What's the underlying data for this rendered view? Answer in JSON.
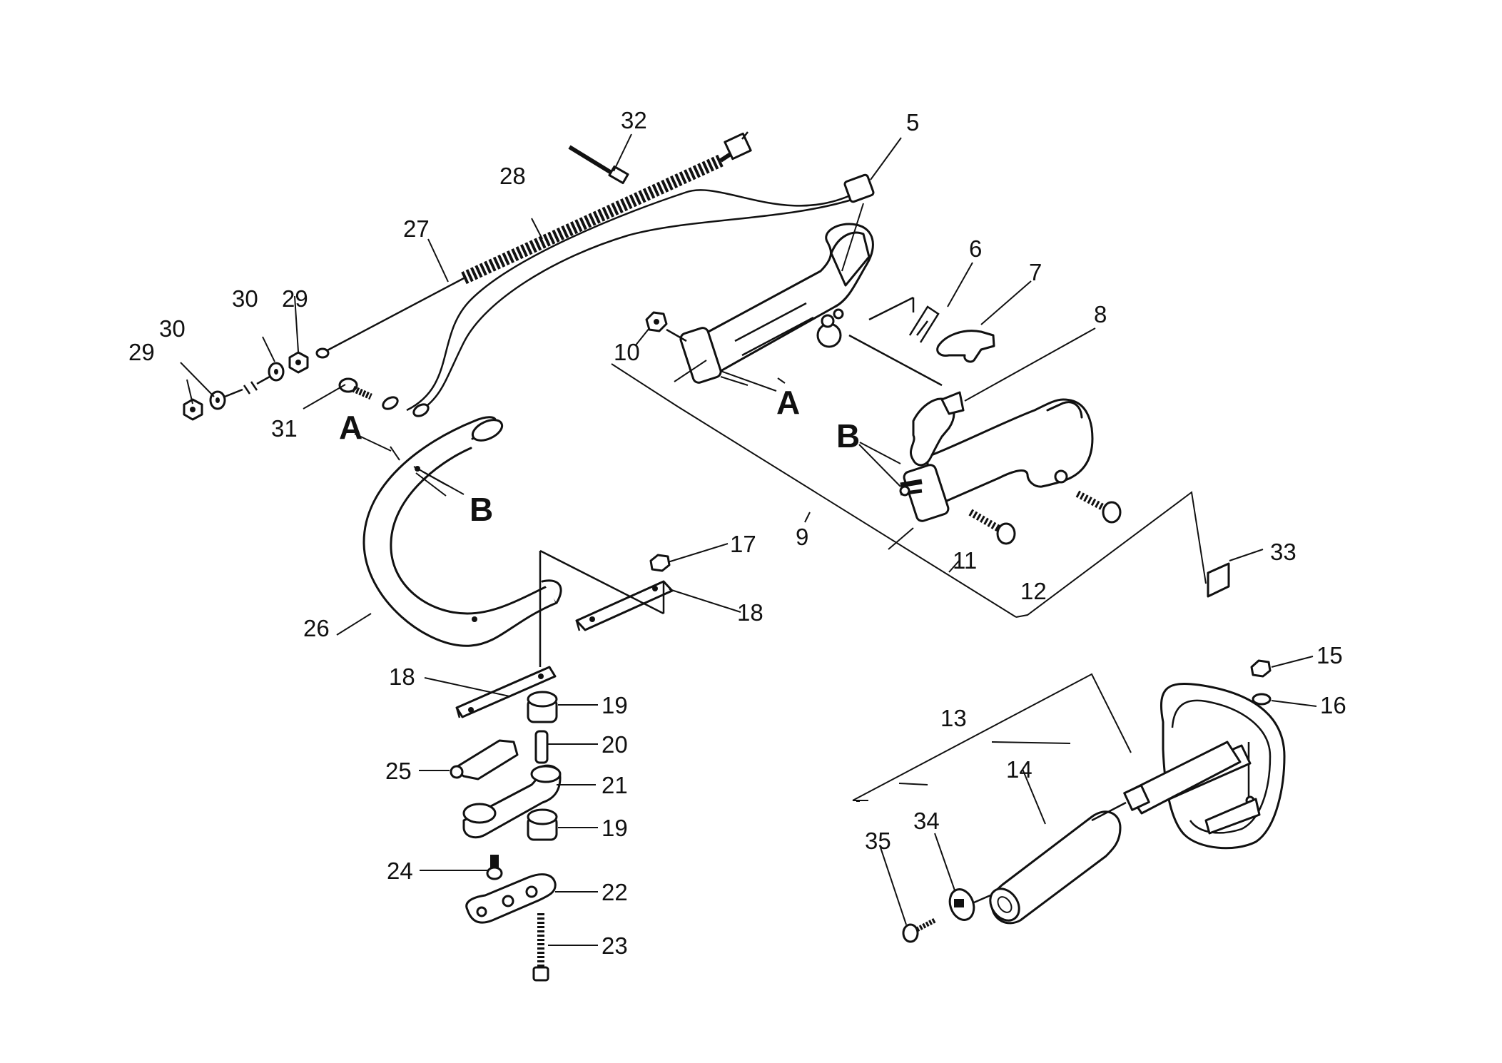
{
  "callouts": {
    "c5": "5",
    "c6": "6",
    "c7": "7",
    "c8": "8",
    "c9": "9",
    "c10": "10",
    "c11": "11",
    "c12": "12",
    "c13": "13",
    "c14": "14",
    "c15": "15",
    "c16": "16",
    "c17": "17",
    "c18a": "18",
    "c18b": "18",
    "c19a": "19",
    "c19b": "19",
    "c20": "20",
    "c21": "21",
    "c22": "22",
    "c23": "23",
    "c24": "24",
    "c25": "25",
    "c26": "26",
    "c27": "27",
    "c28": "28",
    "c29a": "29",
    "c29b": "29",
    "c30a": "30",
    "c30b": "30",
    "c31": "31",
    "c32": "32",
    "c33": "33",
    "c34": "34",
    "c35": "35"
  },
  "markers": {
    "handle_a": "A",
    "handle_b": "B",
    "tube_a": "A",
    "tube_b": "B"
  }
}
